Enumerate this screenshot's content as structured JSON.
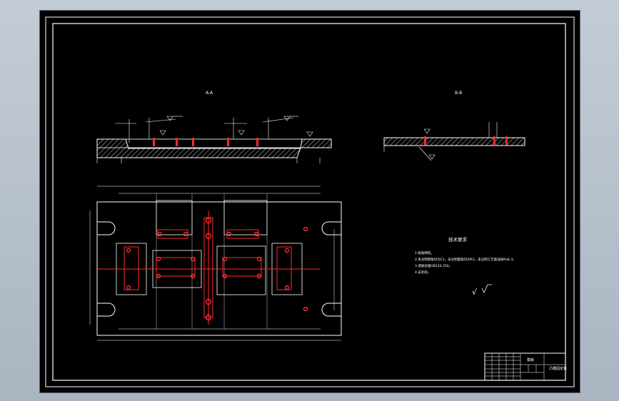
{
  "app": {
    "title": "CAD drawing viewer"
  },
  "section_views": {
    "left_label": "A-A",
    "right_label": "B-B"
  },
  "notes": {
    "title": "技术要求",
    "items": [
      "1.锐角倒钝。",
      "2.未注明倒角均为C1，未注明圆角均为R1，未注明工艺基准按Ra6.3。",
      "3.调质处理HB220-250。",
      "4.去毛刺。"
    ]
  },
  "roughness_symbol": "√",
  "title_block": {
    "part_name": "模板",
    "drawing_no": "凸模固定板"
  },
  "colors": {
    "background": "#000000",
    "lines": "#ffffff",
    "holes": "#ff2a2a",
    "hatch": "#ffffff"
  }
}
